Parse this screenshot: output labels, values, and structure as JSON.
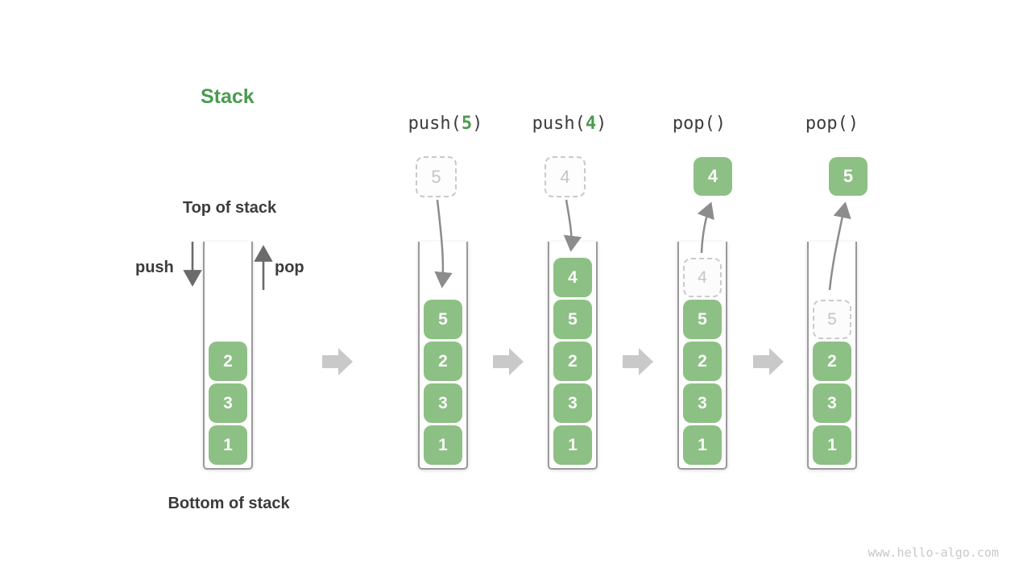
{
  "title": "Stack",
  "labels": {
    "top_of_stack": "Top of stack",
    "bottom_of_stack": "Bottom of stack",
    "push": "push",
    "pop": "pop"
  },
  "watermark": "www.hello-algo.com",
  "colors": {
    "cell_green": "#8dc084",
    "accent_green": "#4c9a4f",
    "text_dark": "#3b3b3b",
    "ghost_gray": "#c5c5c5",
    "flow_arrow_gray": "#8c8c8c",
    "step_arrow_gray": "#c9c9c9",
    "wall_gray": "#9a9a9a"
  },
  "columns": [
    {
      "name": "initial-stack",
      "cells": [
        {
          "value": "2"
        },
        {
          "value": "3"
        },
        {
          "value": "1"
        }
      ]
    },
    {
      "name": "after-push-5",
      "op": {
        "prefix": "push(",
        "arg": "5",
        "suffix": ")"
      },
      "floating": {
        "value": "5",
        "ghost": true
      },
      "cells": [
        {
          "value": "5"
        },
        {
          "value": "2"
        },
        {
          "value": "3"
        },
        {
          "value": "1"
        }
      ]
    },
    {
      "name": "after-push-4",
      "op": {
        "prefix": "push(",
        "arg": "4",
        "suffix": ")"
      },
      "floating": {
        "value": "4",
        "ghost": true
      },
      "cells": [
        {
          "value": "4"
        },
        {
          "value": "5"
        },
        {
          "value": "2"
        },
        {
          "value": "3"
        },
        {
          "value": "1"
        }
      ]
    },
    {
      "name": "after-pop-4",
      "op": {
        "prefix": "pop(",
        "arg": "",
        "suffix": ")"
      },
      "floating": {
        "value": "4",
        "ghost": false
      },
      "cells": [
        {
          "value": "4",
          "ghost": true
        },
        {
          "value": "5"
        },
        {
          "value": "2"
        },
        {
          "value": "3"
        },
        {
          "value": "1"
        }
      ]
    },
    {
      "name": "after-pop-5",
      "op": {
        "prefix": "pop(",
        "arg": "",
        "suffix": ")"
      },
      "floating": {
        "value": "5",
        "ghost": false
      },
      "cells": [
        {
          "value": "5",
          "ghost": true
        },
        {
          "value": "2"
        },
        {
          "value": "3"
        },
        {
          "value": "1"
        }
      ]
    }
  ]
}
